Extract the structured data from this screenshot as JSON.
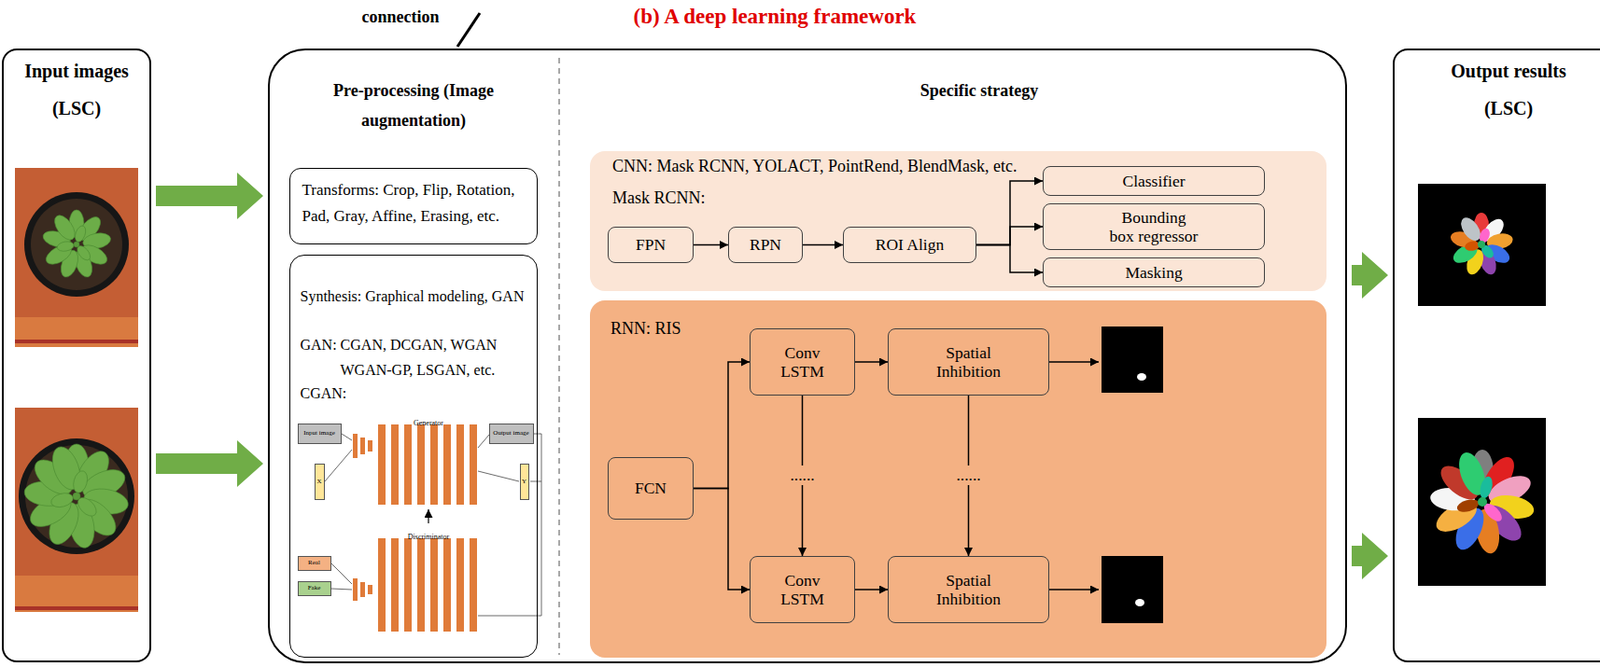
{
  "diagram": {
    "nodes": [
      {
        "text": [
          "Input images",
          "(LSC)"
        ]
      },
      {
        "text": [
          "(b) A deep learning framework",
          "Pre-processing (Image augmentation)",
          "Specific strategy"
        ]
      },
      {
        "text": [
          "Transforms: Crop, Flip, Rotation, Pad, Gray, Affine, Erasing, etc."
        ],
        "in": 1
      },
      {
        "text": [
          "Synthesis: Graphical modeling, GAN",
          "GAN: CGAN, DCGAN, WGAN WGAN-GP, LSGAN, etc.",
          "CGAN:"
        ],
        "in": 1
      },
      {
        "text": [
          "Input image"
        ],
        "in": 3
      },
      {
        "text": [
          "X"
        ],
        "in": 3
      },
      {
        "text": [
          "Output image"
        ],
        "in": 3
      },
      {
        "text": [
          "Y"
        ],
        "in": 3
      },
      {
        "text": [
          "Real"
        ],
        "in": 3
      },
      {
        "text": [
          "Fake"
        ],
        "in": 3
      },
      {
        "text": [
          "CNN: Mask RCNN, YOLACT, PointRend, BlendMask, etc.",
          "Mask RCNN:"
        ],
        "in": 1
      },
      {
        "text": [
          "FPN"
        ],
        "in": 10
      },
      {
        "text": [
          "RPN"
        ],
        "in": 10
      },
      {
        "text": [
          "ROI Align"
        ],
        "in": 10
      },
      {
        "text": [
          "Classifier"
        ],
        "in": 10
      },
      {
        "text": [
          "Bounding box regressor"
        ],
        "in": 10
      },
      {
        "text": [
          "Masking"
        ],
        "in": 10
      },
      {
        "text": [
          "RNN: RIS"
        ],
        "in": 1
      },
      {
        "text": [
          "FCN"
        ],
        "in": 17
      },
      {
        "text": [
          "Conv LSTM"
        ],
        "in": 17
      },
      {
        "text": [
          "Spatial Inhibition"
        ],
        "in": 17
      },
      {
        "text": [
          "Conv LSTM"
        ],
        "in": 17
      },
      {
        "text": [
          "Spatial Inhibition"
        ],
        "in": 17
      },
      {
        "text": [
          "Output results",
          "(LSC)"
        ]
      }
    ],
    "edges": [
      {
        "from": 0,
        "to": 1,
        "arrow": "to"
      },
      {
        "from": 0,
        "to": 1,
        "arrow": "to"
      },
      {
        "from": 1,
        "to": 23,
        "arrow": "to"
      },
      {
        "from": 1,
        "to": 23,
        "arrow": "to"
      },
      {
        "from": 11,
        "to": 12,
        "arrow": "to"
      },
      {
        "from": 12,
        "to": 13,
        "arrow": "to"
      },
      {
        "from": 13,
        "to": 14,
        "arrow": "to"
      },
      {
        "from": 13,
        "to": 15,
        "arrow": "to"
      },
      {
        "from": 13,
        "to": 16,
        "arrow": "to"
      },
      {
        "from": 18,
        "to": 19,
        "arrow": "to"
      },
      {
        "from": 18,
        "to": 21,
        "arrow": "to"
      },
      {
        "from": 19,
        "to": 20,
        "arrow": "to"
      },
      {
        "from": 21,
        "to": 22,
        "arrow": "to"
      },
      {
        "from": 19,
        "to": 21,
        "label": "......",
        "arrow": "to"
      },
      {
        "from": 20,
        "to": 22,
        "label": "......",
        "arrow": "to"
      }
    ],
    "labels": [
      "connection",
      "Generator",
      "Discriminator"
    ]
  }
}
